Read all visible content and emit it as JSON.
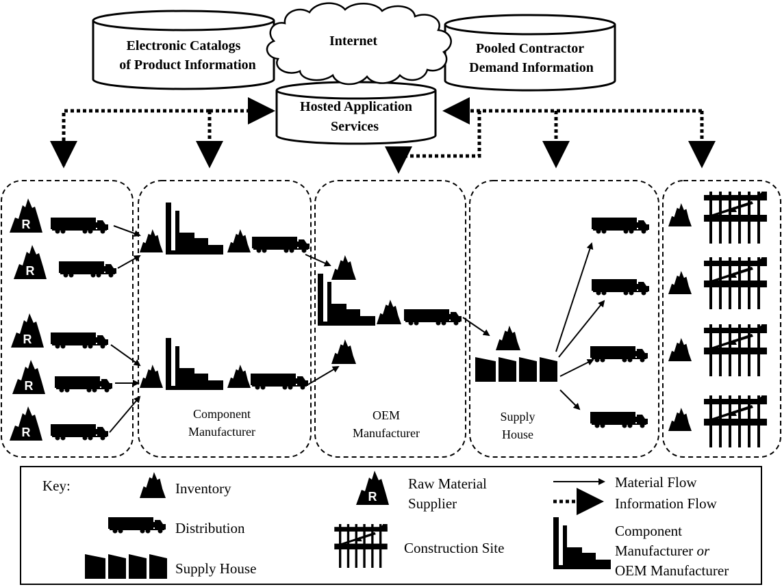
{
  "databases": {
    "catalogs": [
      "Electronic Catalogs",
      "of Product Information"
    ],
    "internet": "Internet",
    "pooled": [
      "Pooled Contractor",
      "Demand Information"
    ],
    "hosted": [
      "Hosted Application",
      "Services"
    ]
  },
  "groups": {
    "component": [
      "Component",
      "Manufacturer"
    ],
    "oem": [
      "OEM",
      "Manufacturer"
    ],
    "supply": [
      "Supply",
      "House"
    ]
  },
  "key": {
    "title": "Key:",
    "inventory": "Inventory",
    "distribution": "Distribution",
    "supply_house": "Supply House",
    "raw_material": [
      "Raw Material",
      "Supplier"
    ],
    "construction_site": "Construction Site",
    "material_flow": "Material Flow",
    "information_flow": "Information Flow",
    "manufacturer": [
      "Component",
      "Manufacturer",
      "or",
      "OEM Manufacturer"
    ]
  },
  "raw_material_letter": "R",
  "icons": [
    "raw-material-supplier-icon",
    "truck-icon",
    "inventory-icon",
    "factory-icon",
    "supply-house-icon",
    "construction-site-icon",
    "cloud-icon",
    "database-icon"
  ]
}
